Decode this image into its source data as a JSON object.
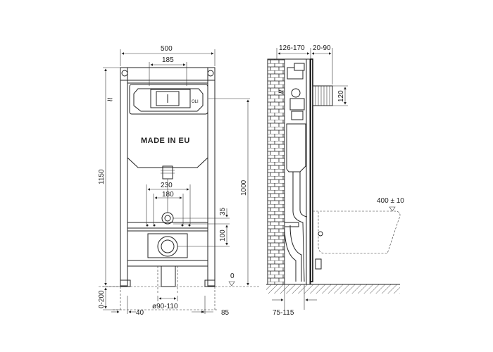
{
  "front": {
    "width": "500",
    "button_width": "185",
    "height_total": "1150",
    "height_pipe": "1000",
    "spacing_outer": "230",
    "spacing_inner": "180",
    "offset_35": "35",
    "offset_100": "100",
    "adjust_range": "0-200",
    "foot_offset": "40",
    "pipe_diameter": "ø90-110",
    "foot_85": "85",
    "zero_mark": "0",
    "brand_text": "MADE IN EU",
    "panel_logo": "OLI"
  },
  "side": {
    "depth_range": "126-170",
    "extension_range": "20-90",
    "inlet_height": "120",
    "bowl_height": "400 ± 10",
    "bottom_range": "75-115"
  }
}
